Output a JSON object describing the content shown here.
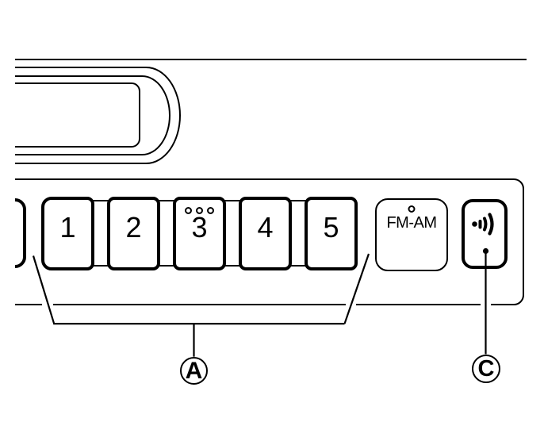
{
  "figure": {
    "background_color": "#ffffff",
    "line_color": "#000000"
  },
  "radio": {
    "preset_buttons": [
      {
        "label": "1"
      },
      {
        "label": "2"
      },
      {
        "label": "3",
        "indicator_dots": 3
      },
      {
        "label": "4"
      },
      {
        "label": "5"
      }
    ],
    "band_button": {
      "label": "FM-AM",
      "has_indicator_dot": true
    },
    "volume_button": {
      "icon": "sound-wave-icon"
    }
  },
  "callouts": {
    "a": {
      "label": "A"
    },
    "c": {
      "label": "C"
    }
  }
}
